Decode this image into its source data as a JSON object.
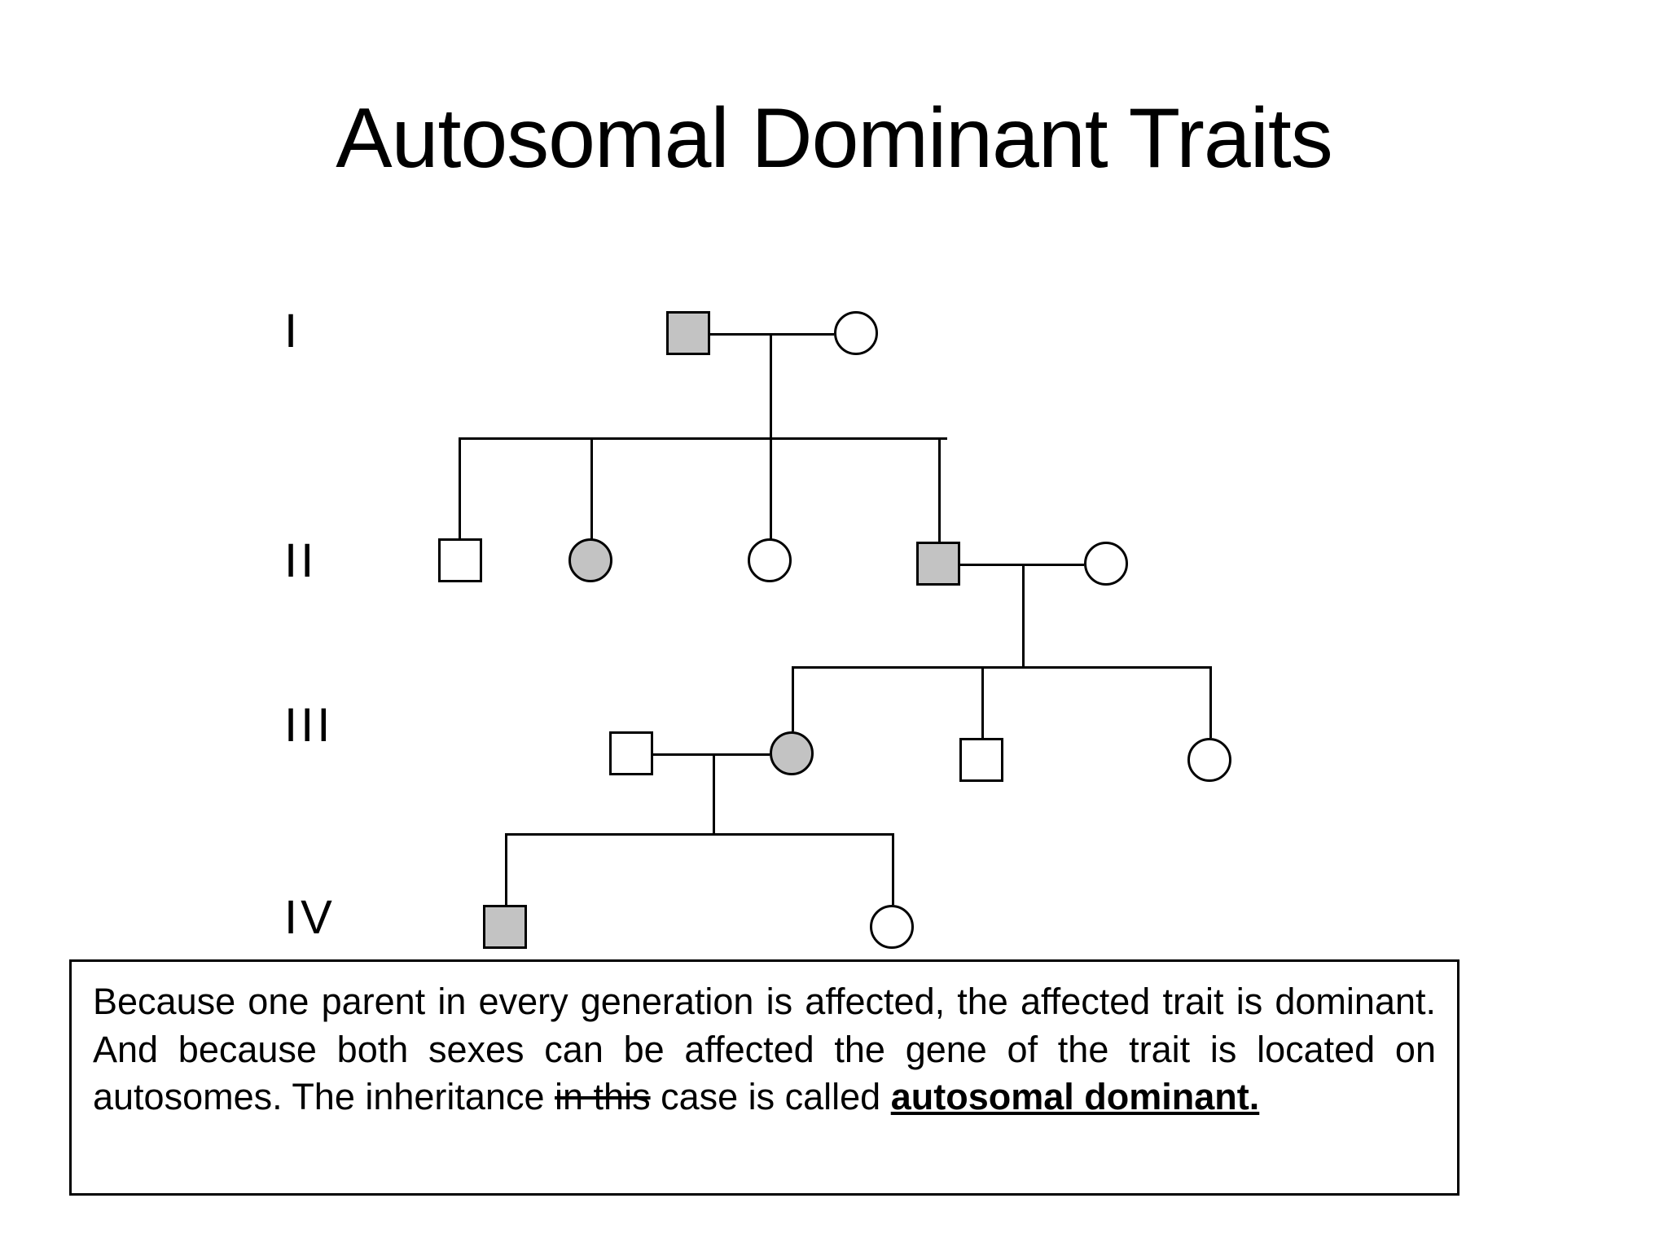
{
  "slide": {
    "title": "Autosomal Dominant Traits",
    "background_color": "#ffffff",
    "line_color": "#000000",
    "affected_fill_color": "#c3c3c3",
    "unaffected_fill_color": "#ffffff"
  },
  "chart_data": {
    "type": "pedigree",
    "title": "Autosomal Dominant Traits",
    "legend": {
      "filled": "affected",
      "unfilled": "unaffected",
      "square": "male",
      "circle": "female"
    },
    "generations": [
      {
        "label": "I",
        "individuals": [
          {
            "id": "I-1",
            "sex": "male",
            "shape": "square",
            "affected": true
          },
          {
            "id": "I-2",
            "sex": "female",
            "shape": "circle",
            "affected": false
          }
        ],
        "matings": [
          {
            "partners": [
              "I-1",
              "I-2"
            ],
            "children": [
              "II-1",
              "II-2",
              "II-3",
              "II-4"
            ]
          }
        ]
      },
      {
        "label": "II",
        "individuals": [
          {
            "id": "II-1",
            "sex": "male",
            "shape": "square",
            "affected": false
          },
          {
            "id": "II-2",
            "sex": "female",
            "shape": "circle",
            "affected": true
          },
          {
            "id": "II-3",
            "sex": "female",
            "shape": "circle",
            "affected": false
          },
          {
            "id": "II-4",
            "sex": "male",
            "shape": "square",
            "affected": true
          },
          {
            "id": "II-5",
            "sex": "female",
            "shape": "circle",
            "affected": false
          }
        ],
        "matings": [
          {
            "partners": [
              "II-4",
              "II-5"
            ],
            "children": [
              "III-2",
              "III-3",
              "III-4"
            ]
          }
        ]
      },
      {
        "label": "III",
        "individuals": [
          {
            "id": "III-1",
            "sex": "male",
            "shape": "square",
            "affected": false
          },
          {
            "id": "III-2",
            "sex": "female",
            "shape": "circle",
            "affected": true
          },
          {
            "id": "III-3",
            "sex": "male",
            "shape": "square",
            "affected": false
          },
          {
            "id": "III-4",
            "sex": "female",
            "shape": "circle",
            "affected": false
          }
        ],
        "matings": [
          {
            "partners": [
              "III-1",
              "III-2"
            ],
            "children": [
              "IV-1",
              "IV-2"
            ]
          }
        ]
      },
      {
        "label": "IV",
        "individuals": [
          {
            "id": "IV-1",
            "sex": "male",
            "shape": "square",
            "affected": true
          },
          {
            "id": "IV-2",
            "sex": "female",
            "shape": "circle",
            "affected": false
          }
        ],
        "matings": []
      }
    ],
    "counts": {
      "total_individuals": 13,
      "affected": 5,
      "unaffected": 8,
      "generations": 4
    }
  },
  "gen_labels": {
    "gen1": "I",
    "gen2": "II",
    "gen3": "III",
    "gen4": "IV"
  },
  "caption": {
    "part1": "Because one parent in every generation is affected, the affected trait is dominant. And because both sexes can be affected the gene of the trait is located on autosomes. The inheritance ",
    "struck": "in this",
    "part2": " case is called ",
    "emphasis": "autosomal dominant."
  }
}
